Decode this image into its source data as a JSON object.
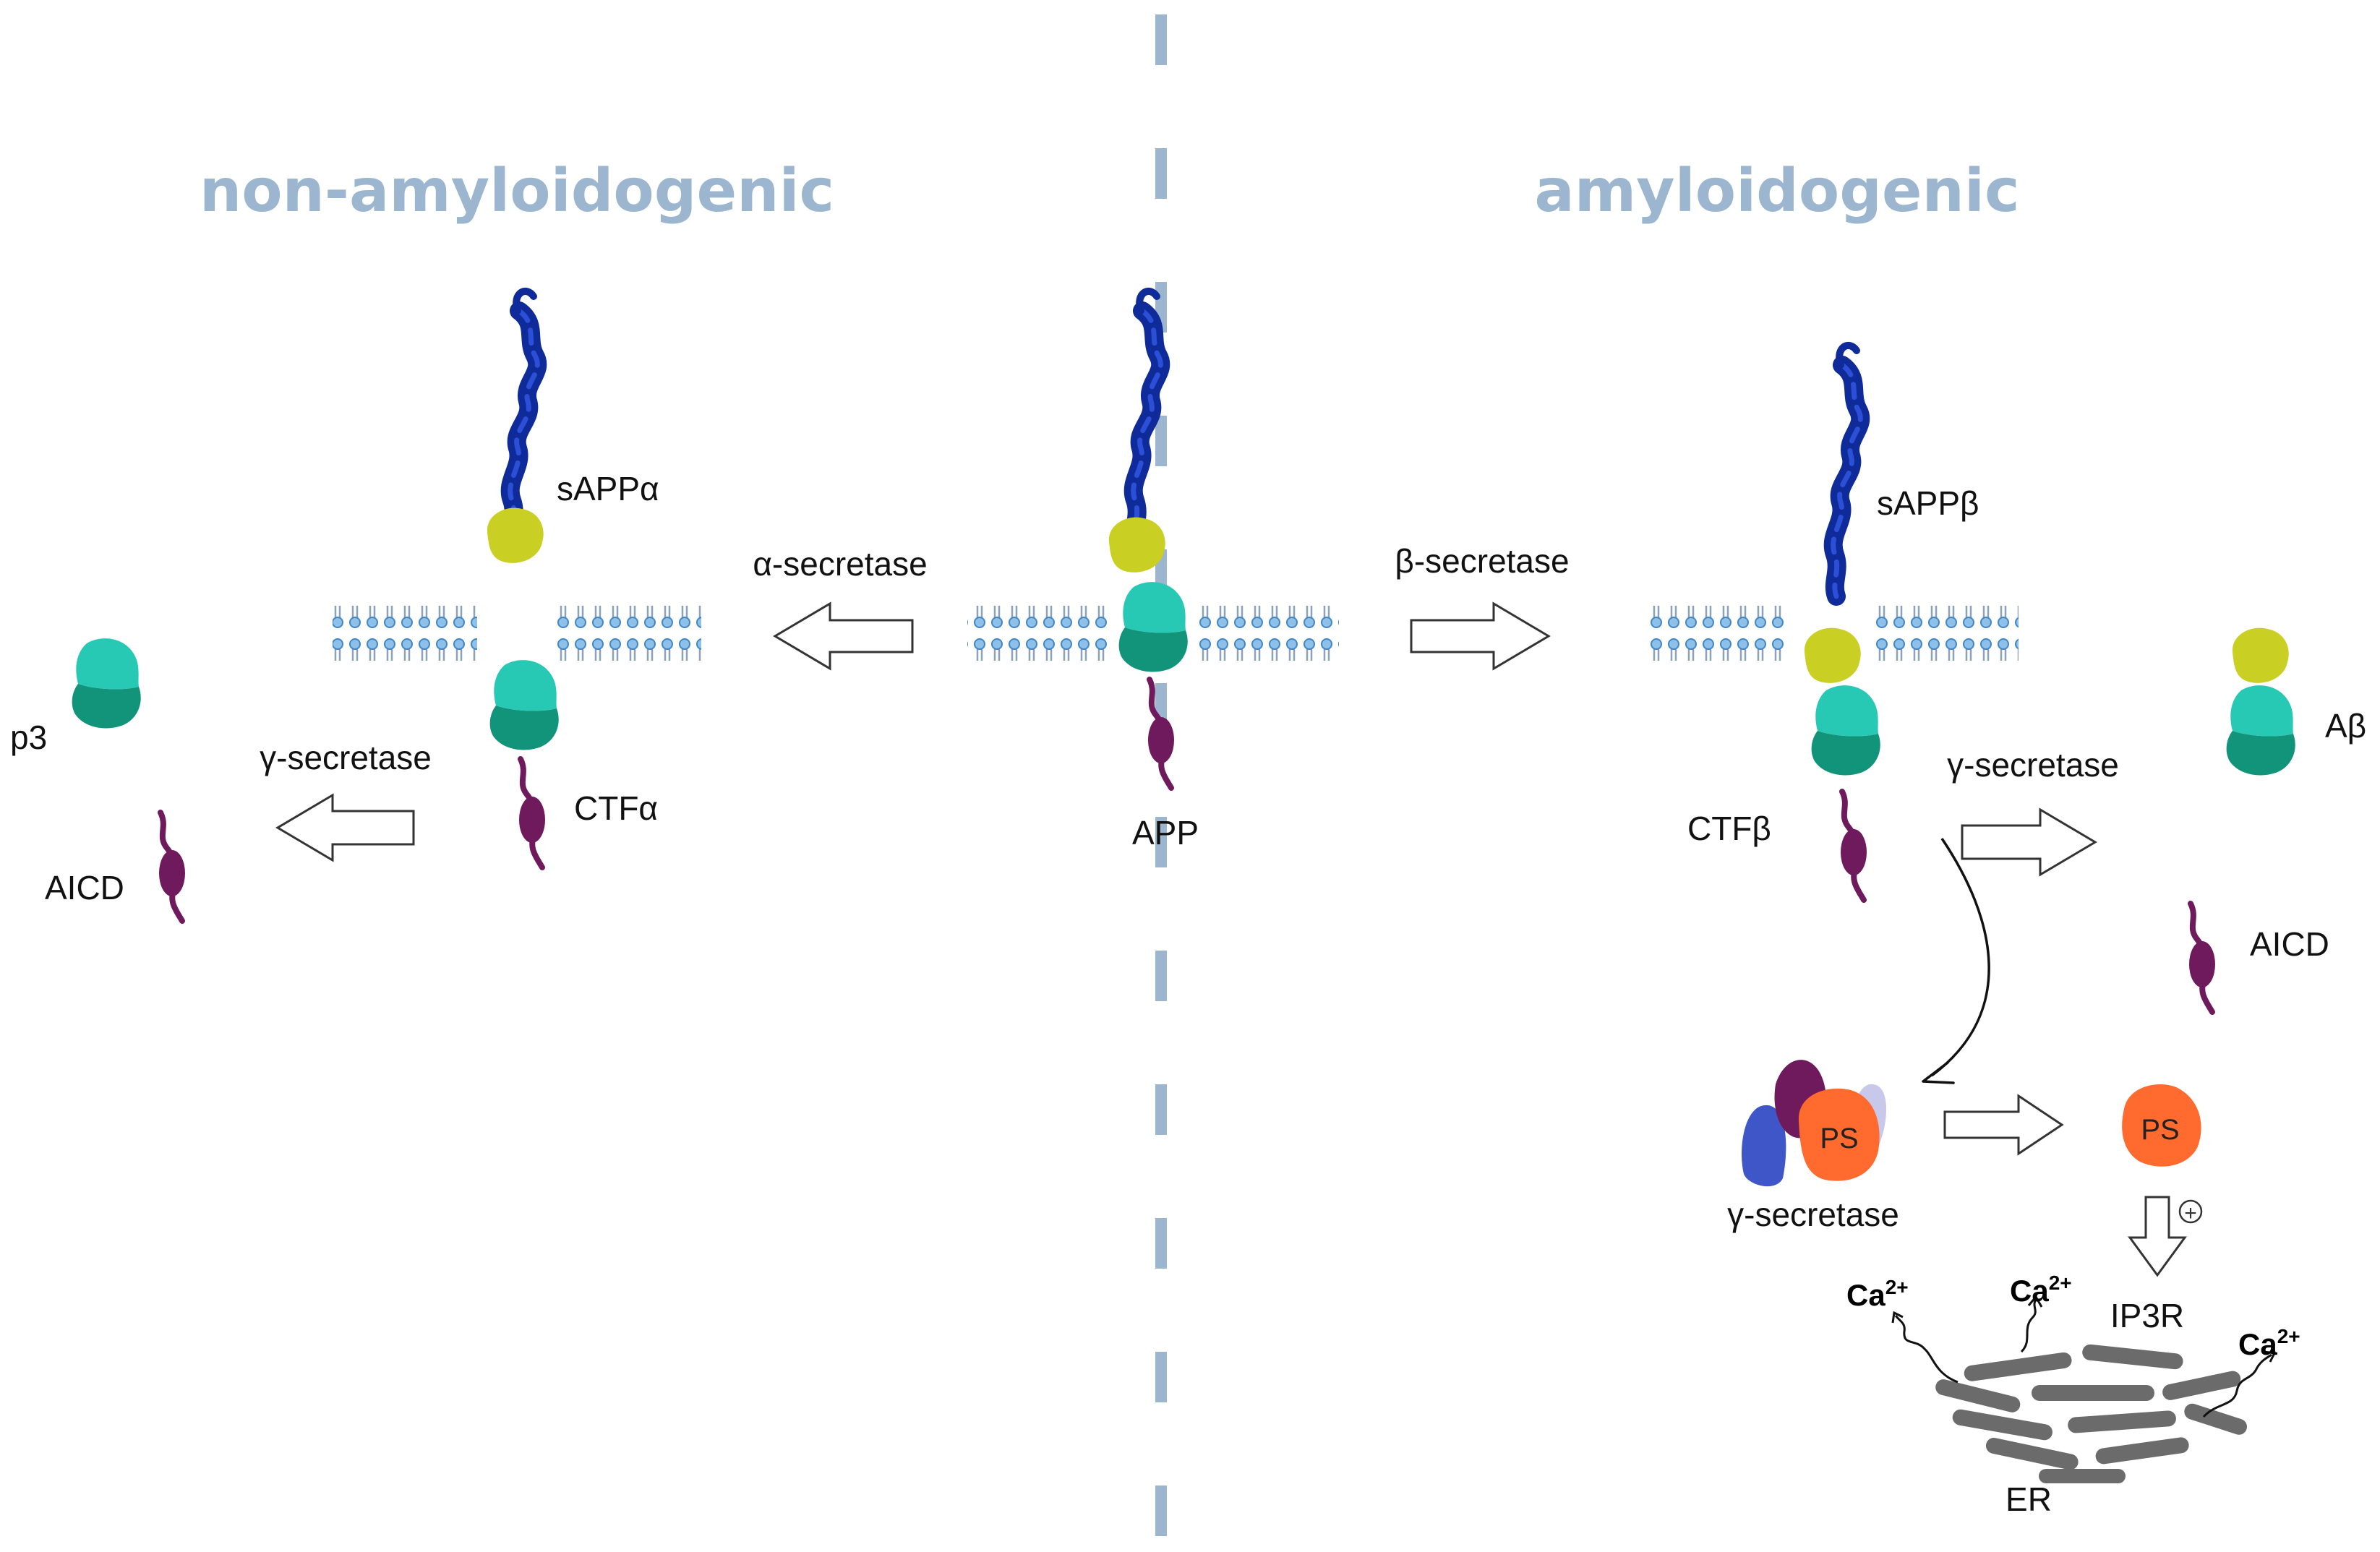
{
  "headings": {
    "left": "non-amyloidogenic",
    "right": "amyloidogenic"
  },
  "labels": {
    "app": "APP",
    "alpha_secretase": "α-secretase",
    "beta_secretase": "β-secretase",
    "sappa": "sAPPα",
    "sappb": "sAPPβ",
    "ctfa": "CTFα",
    "ctfb": "CTFβ",
    "p3": "p3",
    "aicd_left": "AICD",
    "aicd_right": "AICD",
    "gamma_left": "γ-secretase",
    "gamma_right": "γ-secretase",
    "gamma_complex": "γ-secretase",
    "abeta": "Aβ",
    "ps_complex": "PS",
    "ps_free": "PS",
    "ip3r": "IP3R",
    "er": "ER",
    "plus": "+",
    "ca": "Ca",
    "ca_charge": "2+"
  },
  "colors": {
    "heading": "#9cb6cf",
    "divider": "#9cb6cf",
    "n_terminal": "#0f2b9a",
    "ball": "#c9cf23",
    "abeta_upper": "#27c9b4",
    "abeta_lower": "#12947a",
    "aicd": "#6e1a5c",
    "ps": "#ff6a2e",
    "er": "#6b6b6b",
    "membrane": "#7fb1dd"
  },
  "icons": {
    "arrow": "hollow-block-arrow",
    "membrane": "lipid-bilayer",
    "plus": "circled-plus-icon"
  }
}
